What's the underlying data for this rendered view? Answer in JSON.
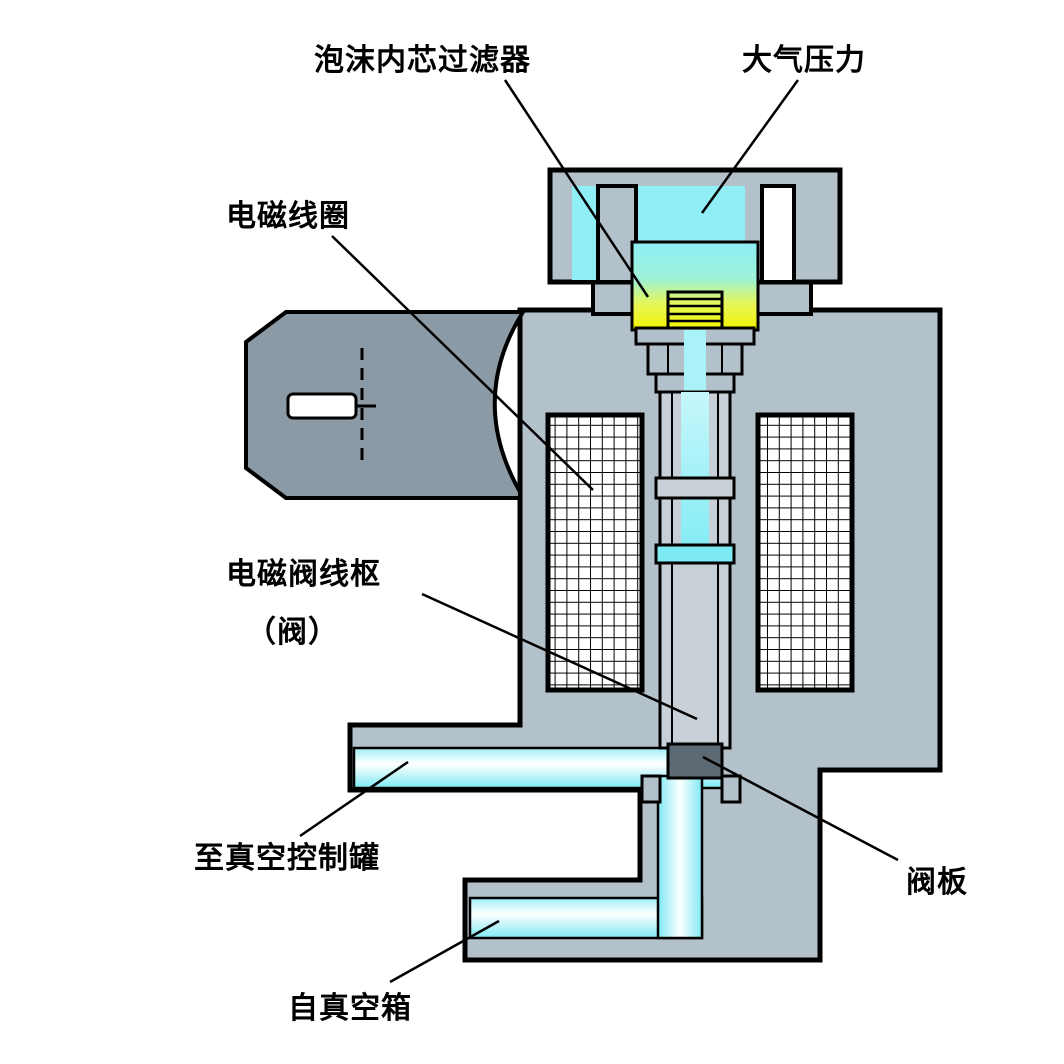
{
  "labels": {
    "foam_filter": "泡沫内芯过滤器",
    "atmospheric_pressure": "大气压力",
    "solenoid_coil": "电磁线圈",
    "armature_line1": "电磁阀线枢",
    "armature_line2": "（阀）",
    "to_vacuum_tank": "至真空控制罐",
    "valve_plate": "阀板",
    "from_vacuum_box": "自真空箱"
  },
  "colors": {
    "background": "#ffffff",
    "body_gray": "#b3c1ca",
    "connector_gray": "#8b9aa5",
    "air_cyan": "#8feef6",
    "channel_cyan": "#7eeaf4",
    "filter_yellow": "#f2f400",
    "valve_plate_dark": "#5d6a74",
    "outline": "#000000"
  }
}
